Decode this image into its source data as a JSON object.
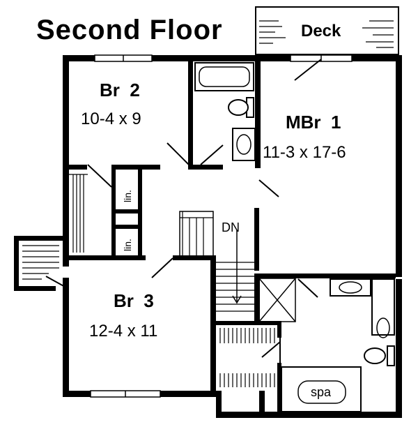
{
  "title": "Second Floor",
  "rooms": {
    "br2": {
      "name": "Br  2",
      "dims": "10-4 x 9"
    },
    "mbr1": {
      "name": "MBr  1",
      "dims": "11-3 x 17-6"
    },
    "br3": {
      "name": "Br  3",
      "dims": "12-4 x 11"
    },
    "deck": {
      "name": "Deck"
    }
  },
  "labels": {
    "stairs_down": "DN",
    "linen_upper": "lin.",
    "linen_lower": "lin.",
    "spa": "spa"
  }
}
